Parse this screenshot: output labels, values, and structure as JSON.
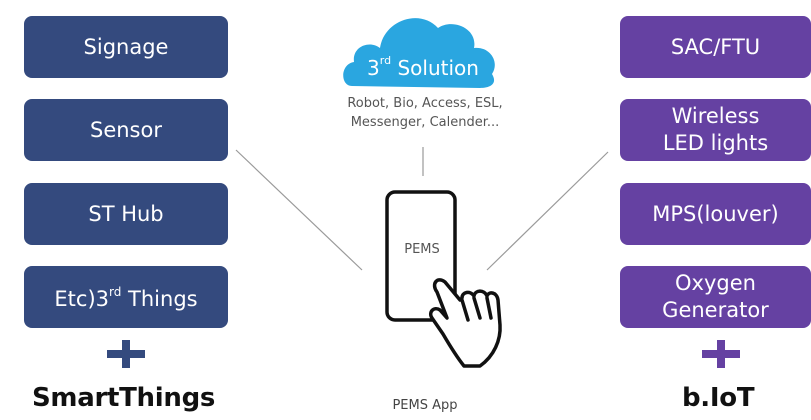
{
  "left_column": {
    "items": [
      {
        "label": "Signage"
      },
      {
        "label": "Sensor"
      },
      {
        "label": "ST Hub"
      },
      {
        "label_main": "Etc)3",
        "label_sup": "rd",
        "label_tail": " Things"
      }
    ],
    "brand": "SmartThings",
    "color": "#344a7e"
  },
  "right_column": {
    "items": [
      {
        "line1": "SAC/FTU"
      },
      {
        "line1": "Wireless",
        "line2": "LED lights"
      },
      {
        "line1": "MPS(louver)"
      },
      {
        "line1": "Oxygen",
        "line2": "Generator"
      }
    ],
    "brand": "b.IoT",
    "color": "#6541a2"
  },
  "center": {
    "cloud_title_main": "3",
    "cloud_title_sup": "rd",
    "cloud_title_tail": " Solution",
    "cloud_desc_line1": "Robot, Bio, Access, ESL,",
    "cloud_desc_line2": "Messenger, Calender...",
    "phone_label": "PEMS",
    "footer_label": "PEMS App",
    "cloud_color": "#2aa6e0"
  },
  "icons": {
    "cloud": "cloud-icon",
    "phone": "smartphone-icon",
    "hand": "pointing-hand-icon",
    "plus": "plus-icon"
  }
}
